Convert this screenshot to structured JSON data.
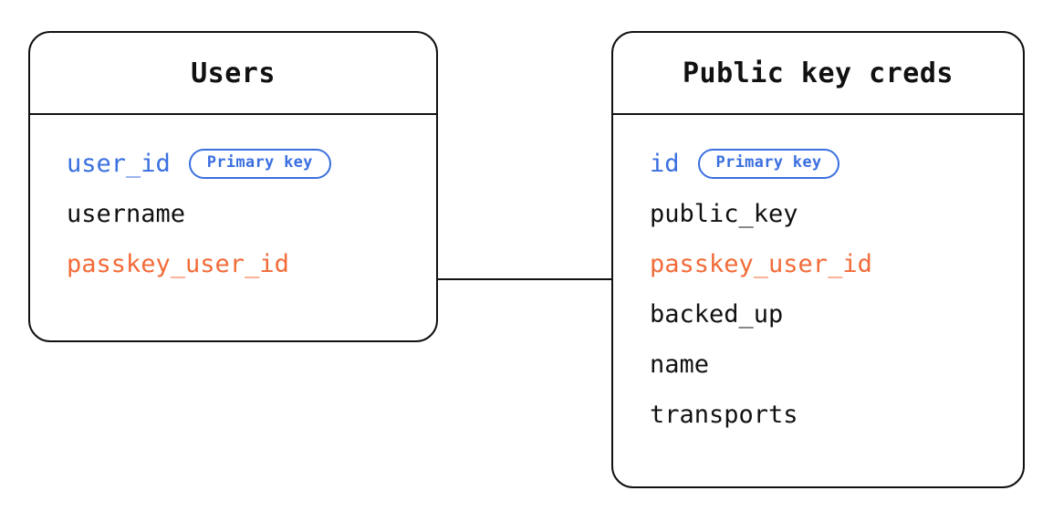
{
  "diagram": {
    "type": "entity-relationship-diagram",
    "colors": {
      "stroke": "#111111",
      "background": "#ffffff",
      "primary_key": "#3A6FE0",
      "foreign_key": "#F26B38",
      "text": "#111111"
    },
    "entities": [
      {
        "id": "users",
        "title": "Users",
        "fields": [
          {
            "name": "user_id",
            "role": "primary",
            "badge": "Primary key"
          },
          {
            "name": "username",
            "role": "plain",
            "badge": null
          },
          {
            "name": "passkey_user_id",
            "role": "foreign",
            "badge": null
          }
        ]
      },
      {
        "id": "public-key-creds",
        "title": "Public key creds",
        "fields": [
          {
            "name": "id",
            "role": "primary",
            "badge": "Primary key"
          },
          {
            "name": "public_key",
            "role": "plain",
            "badge": null
          },
          {
            "name": "passkey_user_id",
            "role": "foreign",
            "badge": null
          },
          {
            "name": "backed_up",
            "role": "plain",
            "badge": null
          },
          {
            "name": "name",
            "role": "plain",
            "badge": null
          },
          {
            "name": "transports",
            "role": "plain",
            "badge": null
          }
        ]
      }
    ],
    "relationships": [
      {
        "id": "users-to-public-key-creds",
        "from_entity": "users",
        "from_field": "passkey_user_id",
        "to_entity": "public-key-creds",
        "to_field": "passkey_user_id",
        "style": "solid-line"
      }
    ]
  }
}
